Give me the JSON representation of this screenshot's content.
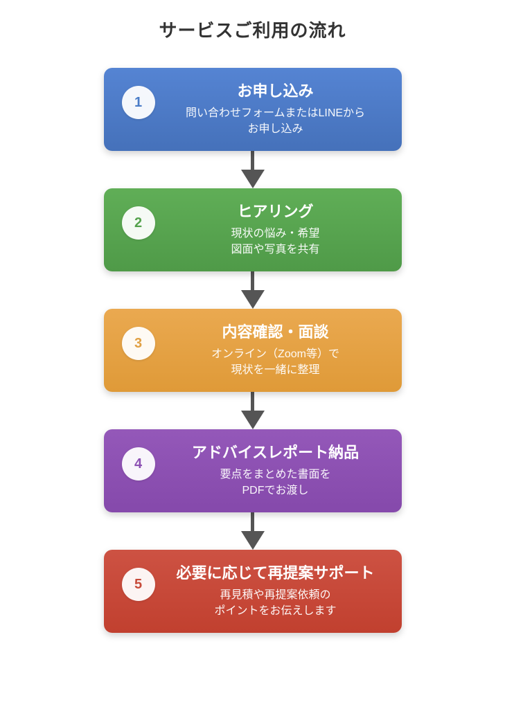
{
  "page": {
    "title": "サービスご利用の流れ",
    "title_color": "#333333",
    "background": "#ffffff"
  },
  "flow": {
    "arrow_color": "#555555",
    "badge_background": "#ffffff",
    "steps": [
      {
        "number": "1",
        "title": "お申し込み",
        "description_lines": [
          "問い合わせフォームまたはLINEから",
          "お申し込み"
        ],
        "color_top": "#5584d3",
        "color_bottom": "#4571ba",
        "number_color": "#4a7cc7"
      },
      {
        "number": "2",
        "title": "ヒアリング",
        "description_lines": [
          "現状の悩み・希望",
          "図面や写真を共有"
        ],
        "color_top": "#60ae57",
        "color_bottom": "#4f9a48",
        "number_color": "#55a24d"
      },
      {
        "number": "3",
        "title": "内容確認・面談",
        "description_lines": [
          "オンライン（Zoom等）で",
          "現状を一緒に整理"
        ],
        "color_top": "#eaa950",
        "color_bottom": "#df9a38",
        "number_color": "#e0a044"
      },
      {
        "number": "4",
        "title": "アドバイスレポート納品",
        "description_lines": [
          "要点をまとめた書面を",
          "PDFでお渡し"
        ],
        "color_top": "#9458b9",
        "color_bottom": "#8549ab",
        "number_color": "#8c50b3"
      },
      {
        "number": "5",
        "title": "必要に応じて再提案サポート",
        "description_lines": [
          "再見積や再提案依頼の",
          "ポイントをお伝えします"
        ],
        "color_top": "#cd5243",
        "color_bottom": "#c1402f",
        "number_color": "#c74b3a"
      }
    ]
  }
}
